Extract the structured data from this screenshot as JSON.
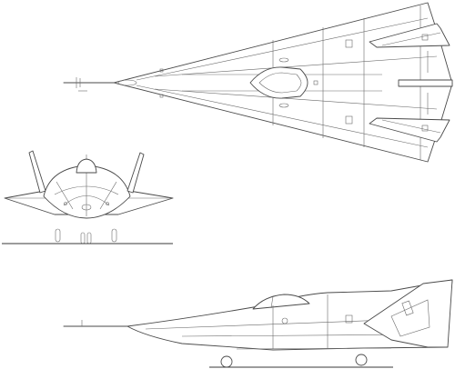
{
  "figure": {
    "kind": "three-view aircraft line drawing",
    "views": [
      {
        "id": "top",
        "description_visible": false
      },
      {
        "id": "front",
        "description_visible": false
      },
      {
        "id": "side",
        "description_visible": false
      }
    ]
  },
  "colors": {
    "background": "#ffffff",
    "line": "#4a4a4a",
    "ground": "#3a3a3a"
  }
}
